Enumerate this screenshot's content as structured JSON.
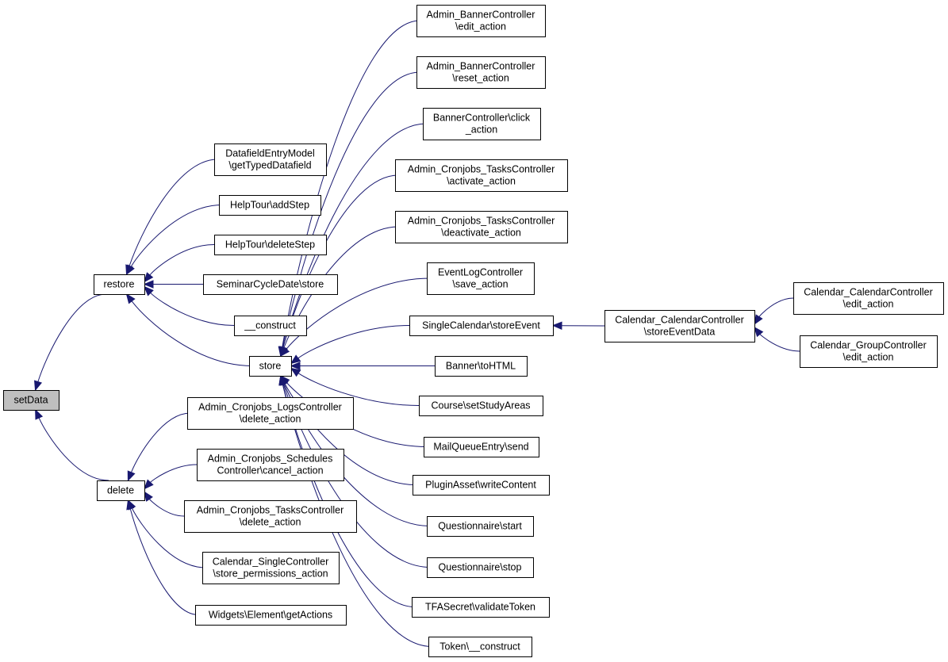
{
  "graph": {
    "nodes": [
      {
        "id": "n0",
        "lines": [
          "setData"
        ],
        "root": true
      },
      {
        "id": "n1",
        "lines": [
          "restore"
        ]
      },
      {
        "id": "n2",
        "lines": [
          "delete"
        ]
      },
      {
        "id": "n3",
        "lines": [
          "DatafieldEntryModel",
          "\\getTypedDatafield"
        ]
      },
      {
        "id": "n4",
        "lines": [
          "HelpTour\\addStep"
        ]
      },
      {
        "id": "n5",
        "lines": [
          "HelpTour\\deleteStep"
        ]
      },
      {
        "id": "n6",
        "lines": [
          "SeminarCycleDate\\store"
        ]
      },
      {
        "id": "n7",
        "lines": [
          "__construct"
        ]
      },
      {
        "id": "n8",
        "lines": [
          "store"
        ]
      },
      {
        "id": "n9",
        "lines": [
          "Admin_Cronjobs_LogsController",
          "\\delete_action"
        ]
      },
      {
        "id": "n10",
        "lines": [
          "Admin_Cronjobs_Schedules",
          "Controller\\cancel_action"
        ]
      },
      {
        "id": "n11",
        "lines": [
          "Admin_Cronjobs_TasksController",
          "\\delete_action"
        ]
      },
      {
        "id": "n12",
        "lines": [
          "Calendar_SingleController",
          "\\store_permissions_action"
        ]
      },
      {
        "id": "n13",
        "lines": [
          "Widgets\\Element\\getActions"
        ]
      },
      {
        "id": "n14",
        "lines": [
          "Admin_BannerController",
          "\\edit_action"
        ]
      },
      {
        "id": "n15",
        "lines": [
          "Admin_BannerController",
          "\\reset_action"
        ]
      },
      {
        "id": "n16",
        "lines": [
          "BannerController\\click",
          "_action"
        ]
      },
      {
        "id": "n17",
        "lines": [
          "Admin_Cronjobs_TasksController",
          "\\activate_action"
        ]
      },
      {
        "id": "n18",
        "lines": [
          "Admin_Cronjobs_TasksController",
          "\\deactivate_action"
        ]
      },
      {
        "id": "n19",
        "lines": [
          "EventLogController",
          "\\save_action"
        ]
      },
      {
        "id": "n20",
        "lines": [
          "SingleCalendar\\storeEvent"
        ]
      },
      {
        "id": "n21",
        "lines": [
          "Banner\\toHTML"
        ]
      },
      {
        "id": "n22",
        "lines": [
          "Course\\setStudyAreas"
        ]
      },
      {
        "id": "n23",
        "lines": [
          "MailQueueEntry\\send"
        ]
      },
      {
        "id": "n24",
        "lines": [
          "PluginAsset\\writeContent"
        ]
      },
      {
        "id": "n25",
        "lines": [
          "Questionnaire\\start"
        ]
      },
      {
        "id": "n26",
        "lines": [
          "Questionnaire\\stop"
        ]
      },
      {
        "id": "n27",
        "lines": [
          "TFASecret\\validateToken"
        ]
      },
      {
        "id": "n28",
        "lines": [
          "Token\\__construct"
        ]
      },
      {
        "id": "n29",
        "lines": [
          "Calendar_CalendarController",
          "\\storeEventData"
        ]
      },
      {
        "id": "n30",
        "lines": [
          "Calendar_CalendarController",
          "\\edit_action"
        ]
      },
      {
        "id": "n31",
        "lines": [
          "Calendar_GroupController",
          "\\edit_action"
        ]
      }
    ],
    "edges": [
      [
        "n1",
        "n0"
      ],
      [
        "n2",
        "n0"
      ],
      [
        "n3",
        "n1"
      ],
      [
        "n4",
        "n1"
      ],
      [
        "n5",
        "n1"
      ],
      [
        "n6",
        "n1"
      ],
      [
        "n7",
        "n1"
      ],
      [
        "n8",
        "n1"
      ],
      [
        "n9",
        "n2"
      ],
      [
        "n10",
        "n2"
      ],
      [
        "n11",
        "n2"
      ],
      [
        "n12",
        "n2"
      ],
      [
        "n13",
        "n2"
      ],
      [
        "n14",
        "n8"
      ],
      [
        "n15",
        "n8"
      ],
      [
        "n16",
        "n8"
      ],
      [
        "n17",
        "n8"
      ],
      [
        "n18",
        "n8"
      ],
      [
        "n19",
        "n8"
      ],
      [
        "n20",
        "n8"
      ],
      [
        "n21",
        "n8"
      ],
      [
        "n22",
        "n8"
      ],
      [
        "n23",
        "n8"
      ],
      [
        "n24",
        "n8"
      ],
      [
        "n25",
        "n8"
      ],
      [
        "n26",
        "n8"
      ],
      [
        "n27",
        "n8"
      ],
      [
        "n28",
        "n8"
      ],
      [
        "n29",
        "n20"
      ],
      [
        "n30",
        "n29"
      ],
      [
        "n31",
        "n29"
      ]
    ]
  }
}
